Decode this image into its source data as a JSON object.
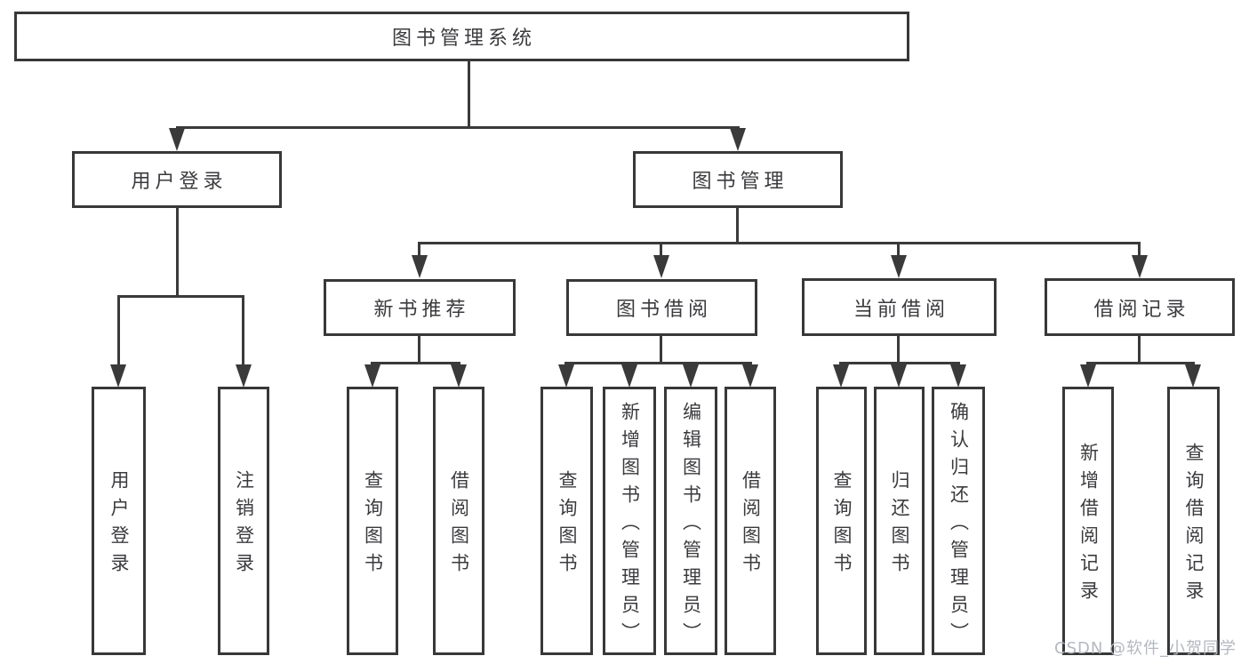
{
  "diagram_title": "图书管理系统",
  "watermark": "CSDN @软件_小贺同学",
  "colors": {
    "line": "#3a3a3a",
    "box_border": "#383838",
    "text": "#3b3b3f",
    "background": "#ffffff",
    "watermark": "#b4b8c0"
  },
  "nodes": {
    "root": {
      "label": "图书管理系统"
    },
    "user_login": {
      "label": "用户登录"
    },
    "book_mgmt": {
      "label": "图书管理"
    },
    "new_book_rec": {
      "label": "新书推荐"
    },
    "book_borrow": {
      "label": "图书借阅"
    },
    "current_borrow": {
      "label": "当前借阅"
    },
    "borrow_record": {
      "label": "借阅记录"
    },
    "leaf_user_login": {
      "label": "用户登录"
    },
    "leaf_logout": {
      "label": "注销登录"
    },
    "leaf_rec_query_book": {
      "label": "查询图书"
    },
    "leaf_rec_borrow_book": {
      "label": "借阅图书"
    },
    "leaf_bor_query_book": {
      "label": "查询图书"
    },
    "leaf_bor_add_book": {
      "label": "新增图书（管理员）"
    },
    "leaf_bor_edit_book": {
      "label": "编辑图书（管理员）"
    },
    "leaf_bor_borrow_book": {
      "label": "借阅图书"
    },
    "leaf_cur_query_book": {
      "label": "查询图书"
    },
    "leaf_cur_return_book": {
      "label": "归还图书"
    },
    "leaf_cur_confirm_return": {
      "label": "确认归还（管理员）"
    },
    "leaf_rcd_add_record": {
      "label": "新增借阅记录"
    },
    "leaf_rcd_query_record": {
      "label": "查询借阅记录"
    }
  },
  "hierarchy": {
    "图书管理系统": {
      "用户登录": [
        "用户登录",
        "注销登录"
      ],
      "图书管理": {
        "新书推荐": [
          "查询图书",
          "借阅图书"
        ],
        "图书借阅": [
          "查询图书",
          "新增图书（管理员）",
          "编辑图书（管理员）",
          "借阅图书"
        ],
        "当前借阅": [
          "查询图书",
          "归还图书",
          "确认归还（管理员）"
        ],
        "借阅记录": [
          "新增借阅记录",
          "查询借阅记录"
        ]
      }
    }
  }
}
